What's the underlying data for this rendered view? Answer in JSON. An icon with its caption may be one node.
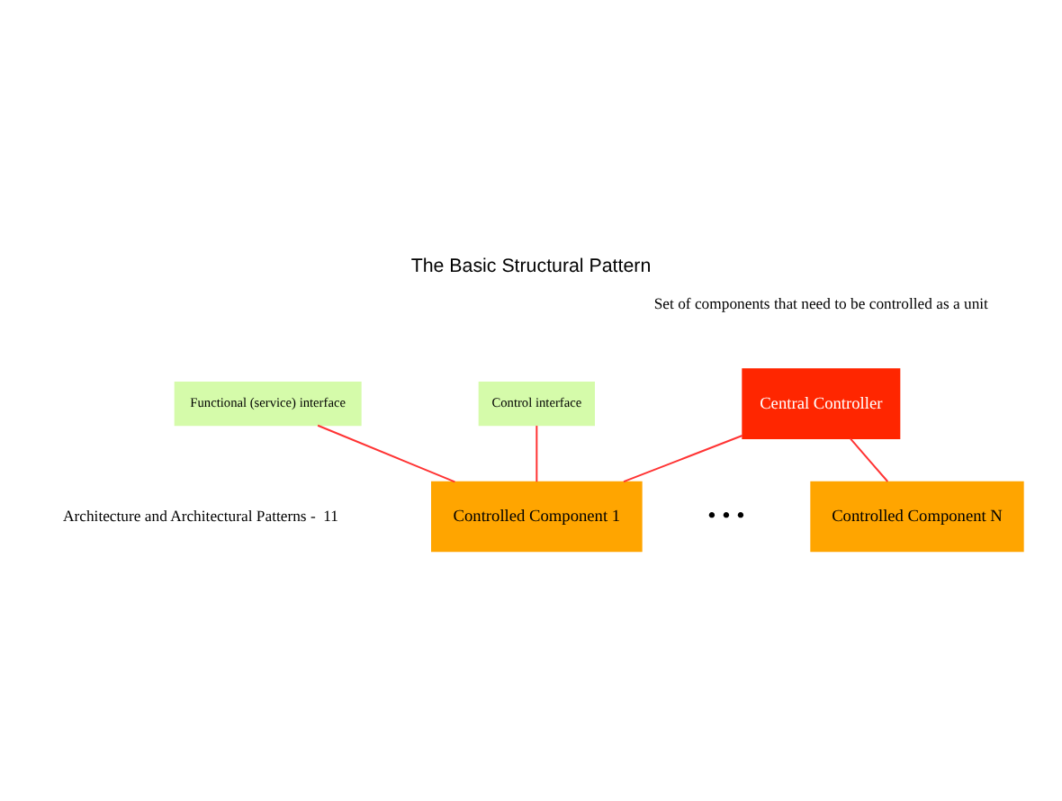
{
  "diagram": {
    "title": "The Basic Structural Pattern",
    "nodes": [
      {
        "text": [
          "Central Controller"
        ]
      },
      {
        "text": [
          "Controlled Component 1"
        ]
      },
      {
        "text": [
          "Controlled Component N"
        ]
      },
      {
        "text": [
          "Control interface"
        ]
      },
      {
        "text": [
          "Functional (service) interface"
        ]
      }
    ],
    "edges": [
      {
        "from": 0,
        "to": 1,
        "arrow": "none"
      },
      {
        "from": 0,
        "to": 2,
        "arrow": "none"
      },
      {
        "from": 3,
        "to": 1,
        "arrow": "none"
      },
      {
        "from": 4,
        "to": 1,
        "arrow": "none"
      }
    ],
    "labels": [
      "Set of components that need to be controlled as a unit",
      "• • •",
      "Architecture and Architectural Patterns -  11"
    ]
  }
}
